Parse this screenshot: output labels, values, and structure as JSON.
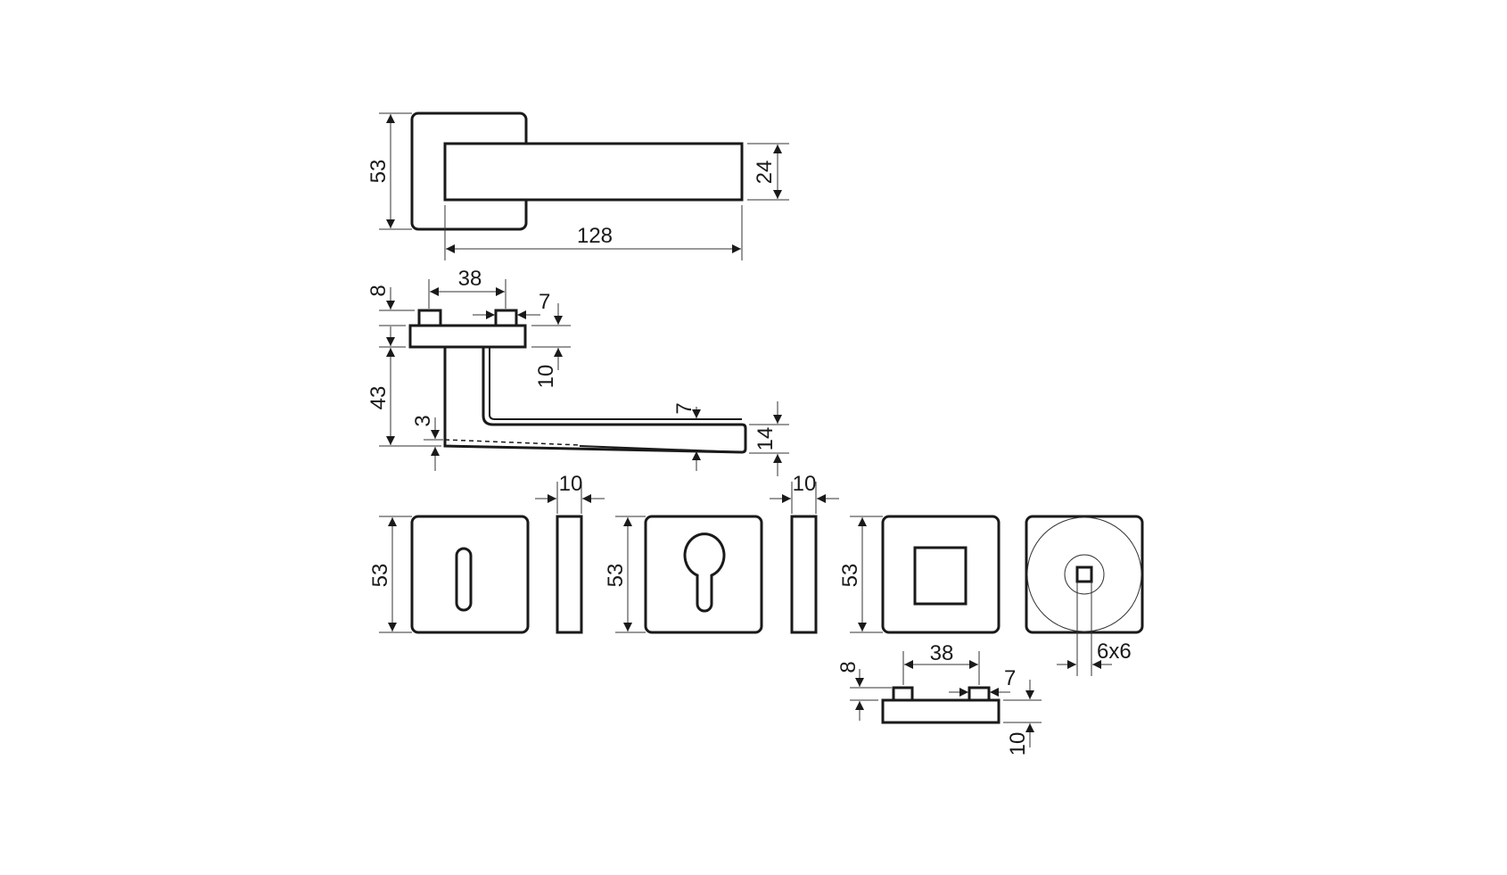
{
  "drawing": {
    "top_view": {
      "rose_height": "53",
      "lever_height": "24",
      "lever_length": "128"
    },
    "side_view": {
      "pin_spacing": "38",
      "pin_width": "7",
      "pin_height": "8",
      "plate_thickness": "10",
      "lever_projection": "43",
      "lever_drop": "3",
      "lever_wall": "7",
      "lever_end_height": "14"
    },
    "key_rose": {
      "height": "53",
      "thickness": "10"
    },
    "euro_rose": {
      "height": "53",
      "thickness": "10"
    },
    "blind_rose": {
      "height": "53"
    },
    "wc_rose": {
      "spindle": "6x6"
    },
    "rose_side_view": {
      "pin_spacing": "38",
      "pin_width": "7",
      "pin_height": "8",
      "plate_thickness": "10"
    }
  }
}
